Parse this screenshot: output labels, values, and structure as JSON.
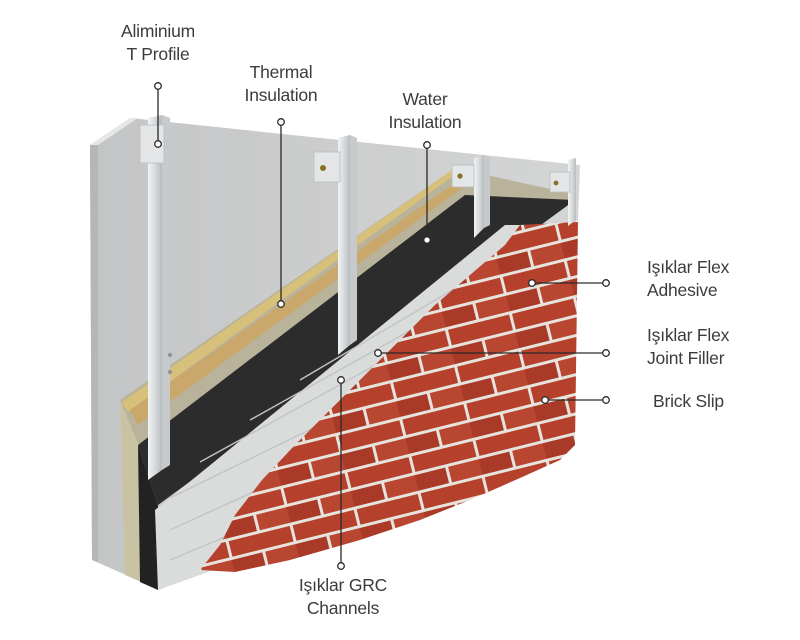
{
  "labels": {
    "aluminium_t_profile": [
      "Aliminium",
      "T Profile"
    ],
    "thermal_insulation": [
      "Thermal",
      "Insulation"
    ],
    "water_insulation": [
      "Water",
      "Insulation"
    ],
    "flex_adhesive": [
      "Işıklar Flex",
      "Adhesive"
    ],
    "flex_joint_filler": [
      "Işıklar Flex",
      "Joint Filler"
    ],
    "brick_slip": [
      "Brick Slip"
    ],
    "grc_channels": [
      "Işıklar GRC",
      "Channels"
    ]
  },
  "colors": {
    "concrete": "#cfd0d0",
    "insulation": "#b8b39a",
    "insulation_edge": "#d7c07a",
    "membrane": "#2c2c2c",
    "grc_board": "#dadcdc",
    "brick": "#b5412c",
    "mortar": "#e7e3dd",
    "aluminium": "#dcdfe1",
    "leader": "#2a2a2a"
  }
}
